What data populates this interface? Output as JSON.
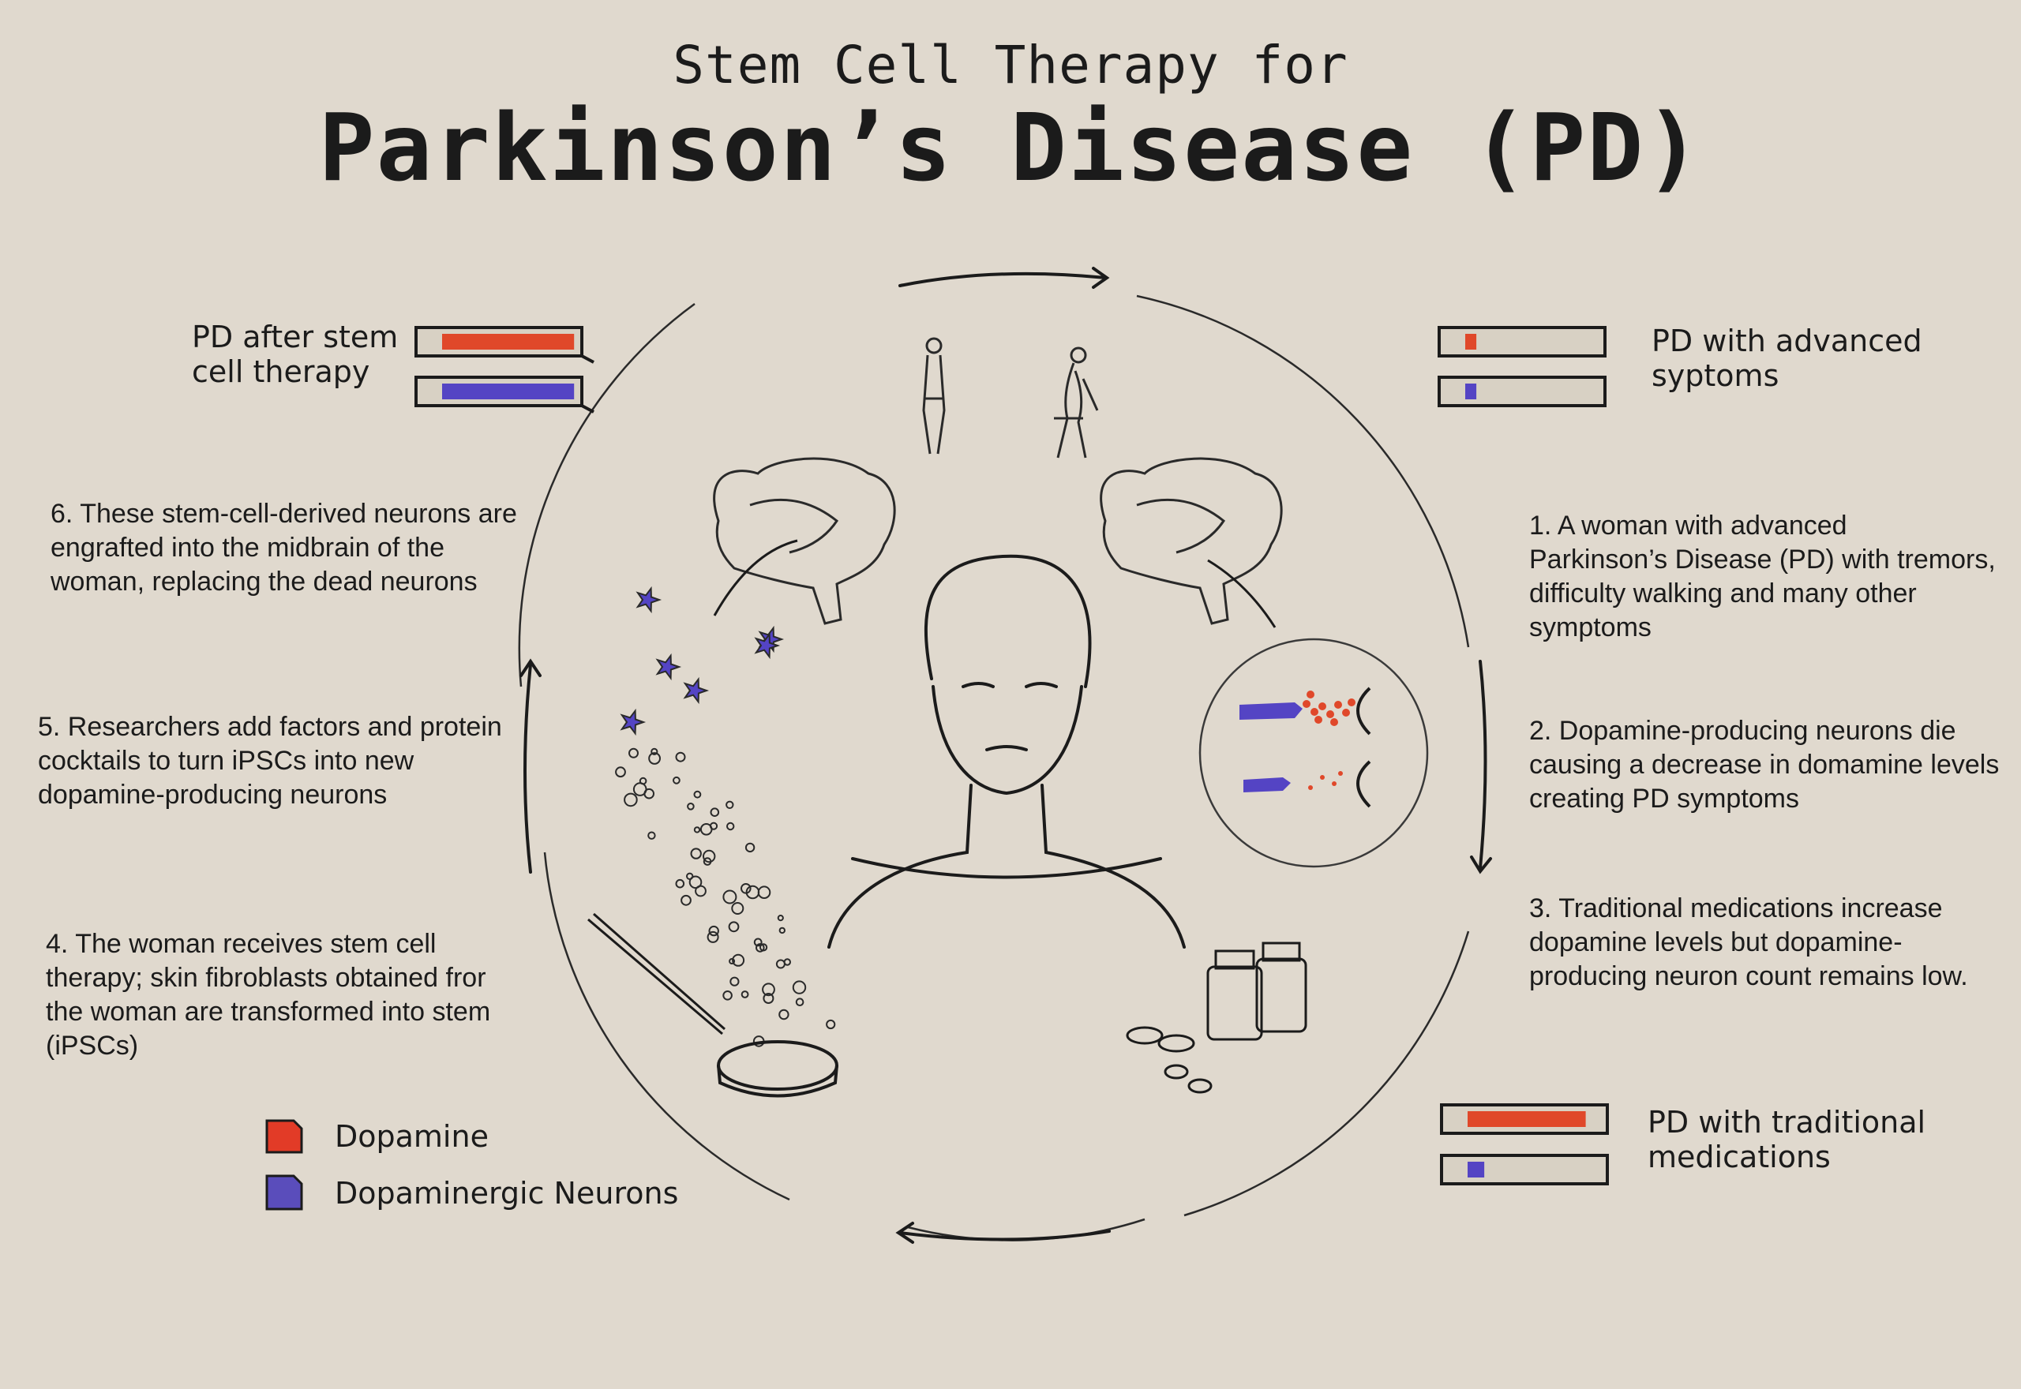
{
  "title": {
    "line1": "Stem Cell Therapy for",
    "line2": "Parkinsonʼs Disease (PD)"
  },
  "states": {
    "after_therapy": {
      "line1": "PD after stem",
      "line2": "cell therapy",
      "dopamine_level": 0.95,
      "neuron_level": 0.95
    },
    "advanced": {
      "line1": "PD with advanced",
      "line2": "syptoms",
      "dopamine_level": 0.08,
      "neuron_level": 0.08
    },
    "traditional": {
      "line1": "PD with traditional",
      "line2": "medications",
      "dopamine_level": 0.85,
      "neuron_level": 0.12
    }
  },
  "steps": {
    "s1": [
      "1. A woman with advanced",
      "Parkinson’s Disease (PD) with tremors,",
      "difficulty walking and many other",
      "symptoms"
    ],
    "s2": [
      "2. Dopamine-producing neurons die",
      "causing a decrease in domamine levels",
      "creating PD symptoms"
    ],
    "s3": [
      "3. Traditional medications increase",
      "dopamine levels but dopamine-",
      "producing neuron count remains low."
    ],
    "s4": [
      "4. The woman receives stem cell",
      "therapy; skin fibroblasts obtained fror",
      "the woman are transformed into stem",
      "(iPSCs)"
    ],
    "s5": [
      "5. Researchers add factors and protein",
      "cocktails to turn iPSCs into new",
      "dopamine-producing neurons"
    ],
    "s6": [
      "6. These stem-cell-derived neurons are",
      "engrafted into the midbrain of the",
      "woman, replacing the dead neurons"
    ]
  },
  "legend": [
    {
      "label": "Dopamine",
      "color": "#e23b27"
    },
    {
      "label": "Dopaminergic Neurons",
      "color": "#5a4dbb"
    }
  ],
  "colors": {
    "dopamine": "#e0482a",
    "neurons": "#5444c4",
    "background": "#e0d9ce",
    "ink": "#1b1b1b"
  }
}
